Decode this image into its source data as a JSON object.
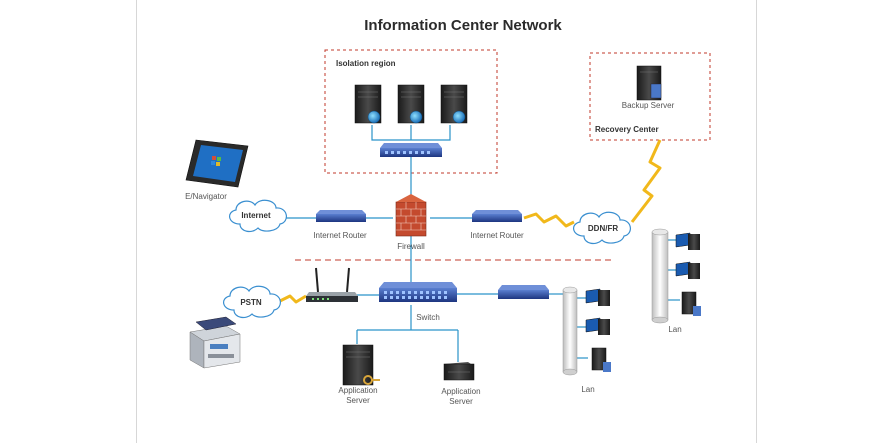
{
  "title": "Information Center Network",
  "regions": {
    "isolation": "Isolation region",
    "recovery": "Recovery Center"
  },
  "labels": {
    "backup_server": "Backup Server",
    "e_navigator": "E/Navigator",
    "internet": "Internet",
    "internet_router_left": "Internet Router",
    "firewall": "Firewall",
    "internet_router_right": "Internet Router",
    "ddn_fr": "DDN/FR",
    "pstn": "PSTN",
    "switch": "Switch",
    "app_server_1_line1": "Application",
    "app_server_1_line2": "Server",
    "app_server_2_line1": "Application",
    "app_server_2_line2": "Server",
    "lan_right": "Lan",
    "lan_middle": "Lan"
  },
  "colors": {
    "region_border": "#c0392b",
    "link": "#2a93c9",
    "router": "#2c4a9a",
    "server": "#2b2b2b",
    "cloud": "#3a8fd0",
    "lightning": "#f1b81b",
    "firewall": "#c44a2e"
  }
}
